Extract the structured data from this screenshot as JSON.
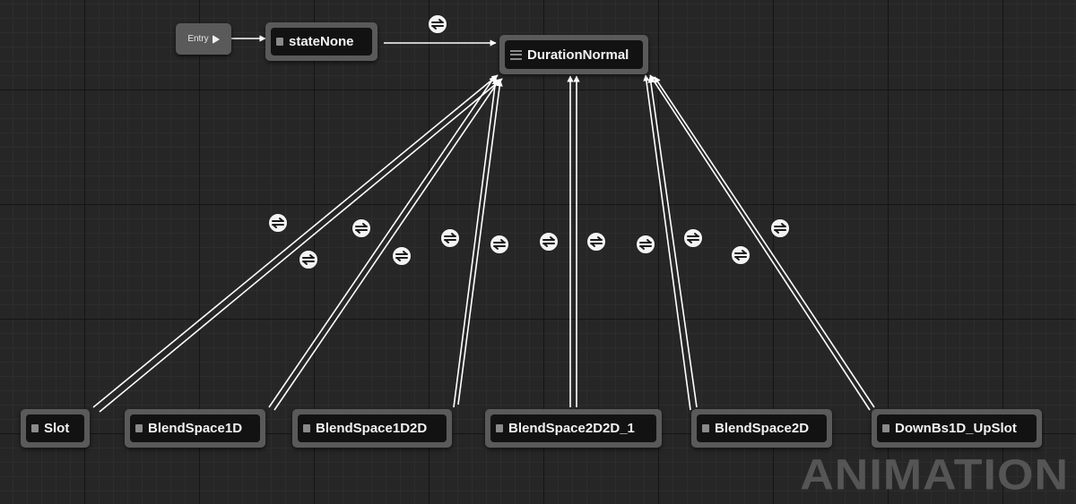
{
  "graph": {
    "entry_label": "Entry",
    "watermark": "ANIMATION",
    "states": {
      "state_none": "stateNone",
      "duration_normal": "DurationNormal",
      "slot": "Slot",
      "blend_space_1d": "BlendSpace1D",
      "blend_space_1d2d": "BlendSpace1D2D",
      "blend_space_2d2d_1": "BlendSpace2D2D_1",
      "blend_space_2d": "BlendSpace2D",
      "down_bs1d_upslot": "DownBs1D_UpSlot"
    }
  },
  "icons": {
    "entry": "play-arrow-icon",
    "state": "state-icon",
    "conduit": "conduit-icon",
    "transition_rule": "transition-rule-icon"
  },
  "colors": {
    "background": "#262626",
    "node_frame": "#5a5a5a",
    "node_body": "#121212",
    "wire": "#ffffff",
    "rule_badge": "#f4f4f4",
    "watermark": "#555555"
  }
}
